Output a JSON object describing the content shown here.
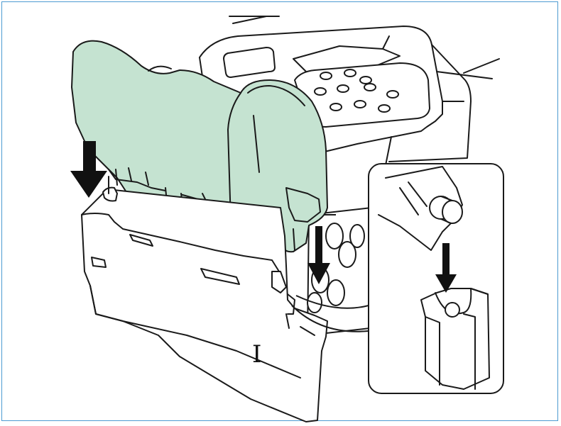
{
  "diagram": {
    "drawer_label": "I"
  },
  "colors": {
    "frame_border": "#4d9bd1",
    "cartridge_fill": "#c5e3d1",
    "line": "#1a1a1a",
    "arrow": "#111111"
  },
  "icons": [
    "down-arrow-icon",
    "printer-illustration",
    "toner-cartridge-illustration",
    "zoom-callout"
  ]
}
